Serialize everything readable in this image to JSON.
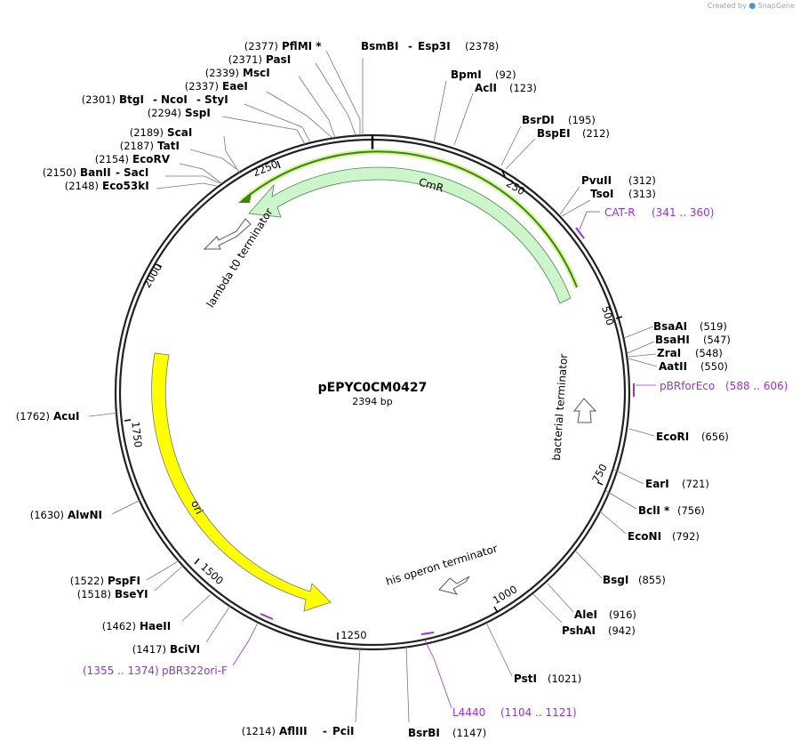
{
  "credit": {
    "prefix": "Created by",
    "brand": "SnapGene"
  },
  "plasmid": {
    "name": "pEPYC0CM0427",
    "length": "2394 bp",
    "length_bp": 2394
  },
  "ticks": [
    "250",
    "500",
    "750",
    "1000",
    "1250",
    "1500",
    "1750",
    "2000",
    "2250"
  ],
  "sites": [
    {
      "pos": "(2377)",
      "names": [
        "PflMI *"
      ]
    },
    {
      "pos": "(2371)",
      "names": [
        "PasI"
      ]
    },
    {
      "pos": "(2339)",
      "names": [
        "MscI"
      ]
    },
    {
      "pos": "(2337)",
      "names": [
        "EaeI"
      ]
    },
    {
      "pos": "(2301)",
      "names": [
        "BtgI",
        "NcoI",
        "StyI"
      ]
    },
    {
      "pos": "(2294)",
      "names": [
        "SspI"
      ]
    },
    {
      "pos": "(2189)",
      "names": [
        "ScaI"
      ]
    },
    {
      "pos": "(2187)",
      "names": [
        "TatI"
      ]
    },
    {
      "pos": "(2154)",
      "names": [
        "EcoRV"
      ]
    },
    {
      "pos": "(2150)",
      "names": [
        "BanII",
        "SacI"
      ]
    },
    {
      "pos": "(2148)",
      "names": [
        "Eco53kI"
      ]
    },
    {
      "pos": "(1762)",
      "names": [
        "AcuI"
      ]
    },
    {
      "pos": "(1630)",
      "names": [
        "AlwNI"
      ]
    },
    {
      "pos": "(1522)",
      "names": [
        "PspFI"
      ]
    },
    {
      "pos": "(1518)",
      "names": [
        "BseYI"
      ]
    },
    {
      "pos": "(1462)",
      "names": [
        "HaeII"
      ]
    },
    {
      "pos": "(1417)",
      "names": [
        "BciVI"
      ]
    },
    {
      "pos": "(1214)",
      "names": [
        "AflIII",
        "PciI"
      ]
    },
    {
      "pos": "(1147)",
      "names": [
        "BsrBI"
      ]
    },
    {
      "pos": "(2378)",
      "names": [
        "BsmBI",
        "Esp3I"
      ]
    },
    {
      "pos": "(92)",
      "names": [
        "BpmI"
      ]
    },
    {
      "pos": "(123)",
      "names": [
        "AclI"
      ]
    },
    {
      "pos": "(195)",
      "names": [
        "BsrDI"
      ]
    },
    {
      "pos": "(212)",
      "names": [
        "BspEI"
      ]
    },
    {
      "pos": "(312)",
      "names": [
        "PvuII"
      ]
    },
    {
      "pos": "(313)",
      "names": [
        "TsoI"
      ]
    },
    {
      "pos": "(519)",
      "names": [
        "BsaAI"
      ]
    },
    {
      "pos": "(547)",
      "names": [
        "BsaHI"
      ]
    },
    {
      "pos": "(548)",
      "names": [
        "ZraI"
      ]
    },
    {
      "pos": "(550)",
      "names": [
        "AatII"
      ]
    },
    {
      "pos": "(656)",
      "names": [
        "EcoRI"
      ]
    },
    {
      "pos": "(721)",
      "names": [
        "EarI"
      ]
    },
    {
      "pos": "(756)",
      "names": [
        "BclI *"
      ]
    },
    {
      "pos": "(792)",
      "names": [
        "EcoNI"
      ]
    },
    {
      "pos": "(855)",
      "names": [
        "BsgI"
      ]
    },
    {
      "pos": "(916)",
      "names": [
        "AleI"
      ]
    },
    {
      "pos": "(942)",
      "names": [
        "PshAI"
      ]
    },
    {
      "pos": "(1021)",
      "names": [
        "PstI"
      ]
    }
  ],
  "primers": [
    {
      "name": "CAT-R",
      "range": "(341 .. 360)"
    },
    {
      "name": "pBRforEco",
      "range": "(588 .. 606)"
    },
    {
      "name": "L4440",
      "range": "(1104 .. 1121)"
    },
    {
      "name": "pBR322ori-F",
      "range": "(1355 .. 1374)"
    }
  ],
  "features": [
    {
      "name": "CmR",
      "color": "#ccf5cc"
    },
    {
      "name": "ori",
      "color": "#ffff00"
    },
    {
      "name": "lambda t0 terminator",
      "color": "#ffffff"
    },
    {
      "name": "bacterial terminator",
      "color": "#ffffff"
    },
    {
      "name": "his operon terminator",
      "color": "#ffffff"
    }
  ],
  "colors": {
    "primer": "#9b30d9",
    "orf": "#3a8a00",
    "ring": "#222222"
  }
}
